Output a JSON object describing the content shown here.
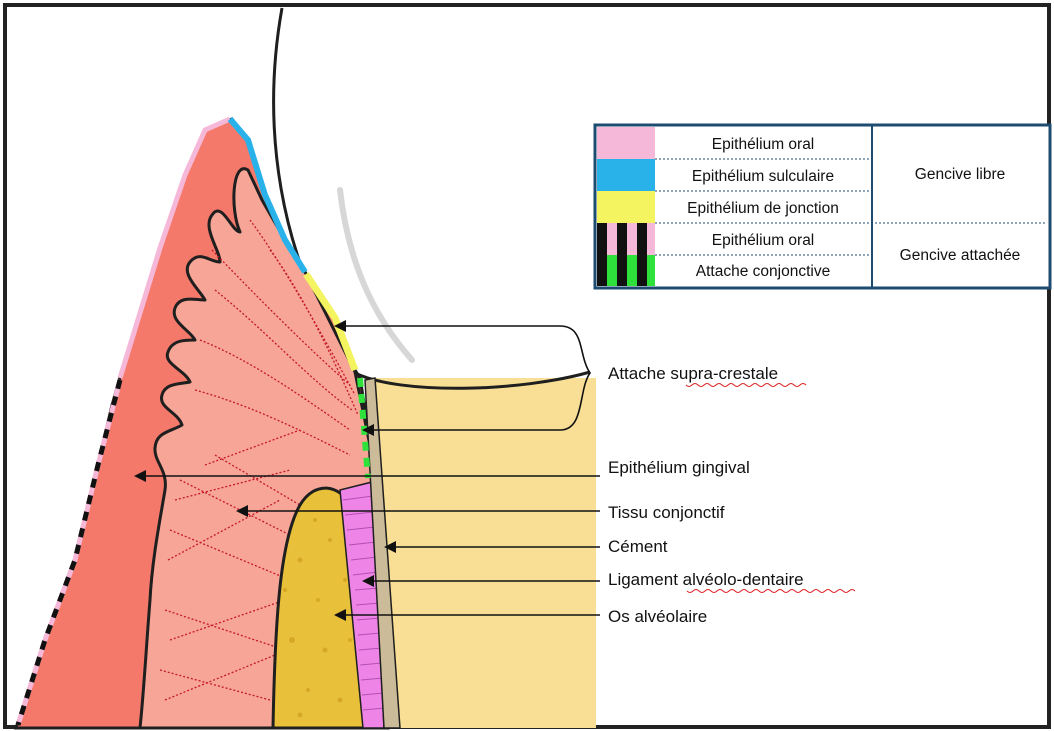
{
  "legend": {
    "rows": [
      {
        "swatch": "oral",
        "label": "Epithélium oral"
      },
      {
        "swatch": "sulculaire",
        "label": "Epithélium sulculaire"
      },
      {
        "swatch": "jonction",
        "label": "Epithélium de jonction"
      },
      {
        "swatch": "oral-attached",
        "label": "Epithélium oral"
      },
      {
        "swatch": "attache",
        "label": "Attache conjonctive"
      }
    ],
    "groups": {
      "free": "Gencive libre",
      "attached": "Gencive attachée"
    }
  },
  "labels": {
    "supra_crestal": "Attache supra-crestale",
    "gingival_epithelium": "Epithélium gingival",
    "connective_tissue": "Tissu conjonctif",
    "cementum": "Cément",
    "ligament": "Ligament alvéolo-dentaire",
    "bone": "Os alvéolaire"
  },
  "colors": {
    "epithelium_oral": "#f6b8d8",
    "epithelium_sulculaire": "#29b2ea",
    "epithelium_jonction": "#f3f45f",
    "attache_conjonctive": "#2ee23b",
    "gingiva": "#f5796a",
    "connective": "#f7a597",
    "tooth": "#f9df95",
    "bone": "#e8c03a",
    "ligament": "#ee85e6",
    "cementum": "#cbbb98",
    "legend_border": "#1e4b70"
  }
}
